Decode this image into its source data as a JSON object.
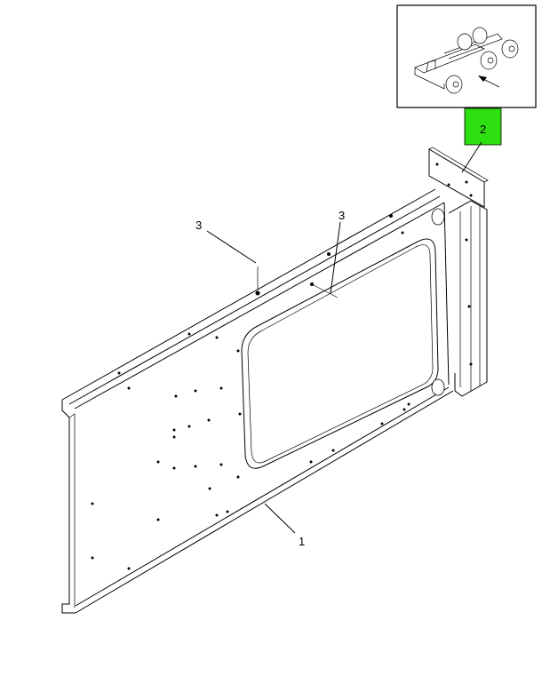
{
  "diagram": {
    "callouts": [
      {
        "id": "1",
        "label": "1"
      },
      {
        "id": "2",
        "label": "2",
        "highlighted": true
      },
      {
        "id": "3a",
        "label": "3"
      },
      {
        "id": "3b",
        "label": "3"
      }
    ],
    "highlight_color": "#2ee010",
    "inset": {
      "description_icon": "vehicle-chassis-locator-icon"
    }
  }
}
